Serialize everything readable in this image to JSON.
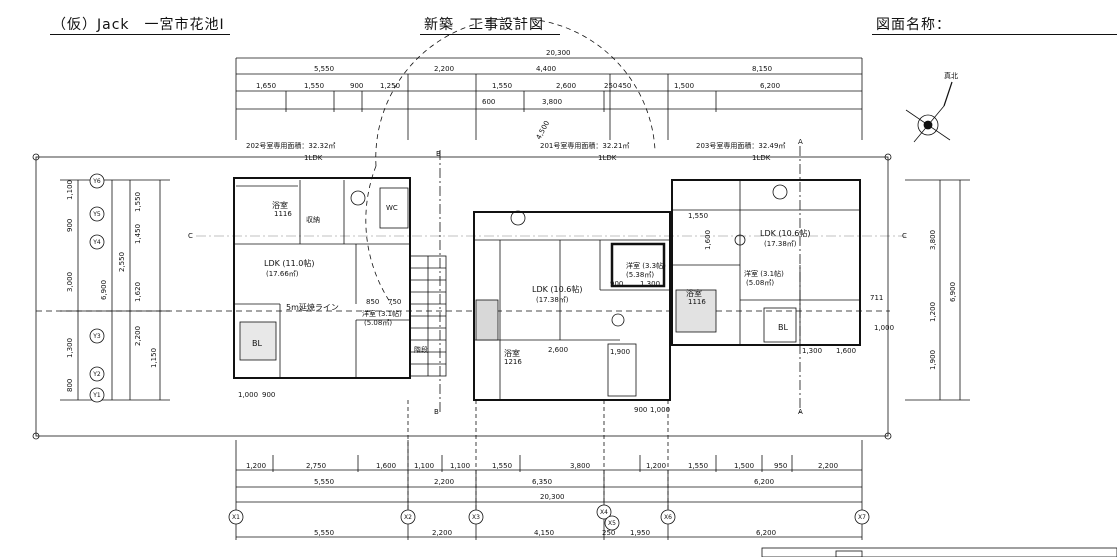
{
  "header": {
    "project": "（仮）Jack　一宮市花池Ⅰ",
    "title": "新築　工事設計図",
    "sheet_label": "図面名称："
  },
  "dims_top": {
    "overall": "20,300",
    "row2": [
      "5,550",
      "2,200",
      "4,400",
      "8,150"
    ],
    "row3": [
      "1,650",
      "1,550",
      "900",
      "1,250",
      "1,550",
      "2,600",
      "250",
      "450",
      "1,500",
      "6,200"
    ],
    "row3b": [
      "600",
      "3,800"
    ]
  },
  "dims_bottom": {
    "row1": [
      "1,200",
      "2,750",
      "1,600",
      "1,100",
      "1,100",
      "1,550",
      "3,800",
      "1,200",
      "1,550",
      "1,500",
      "950",
      "2,200"
    ],
    "row2": [
      "5,550",
      "2,200",
      "6,350",
      "6,200"
    ],
    "overall": "20,300",
    "row4": [
      "5,550",
      "2,200",
      "4,150",
      "250",
      "1,950",
      "6,200"
    ]
  },
  "dims_left": [
    "1,100",
    "900",
    "3,000",
    "1,300",
    "800",
    "1,550",
    "1,450",
    "2,550",
    "6,900",
    "1,620",
    "2,200",
    "1,150"
  ],
  "dims_right": [
    "3,800",
    "6,900",
    "1,200",
    "1,900"
  ],
  "grid_x": [
    "X1",
    "X2",
    "X3",
    "X4",
    "X5",
    "X6",
    "X7"
  ],
  "grid_y": [
    "Y6",
    "Y5",
    "Y4",
    "Y3",
    "Y2",
    "Y1"
  ],
  "north_label": "真北",
  "rooms": {
    "area_202": "202号室専用面積：32.32㎡",
    "area_201": "201号室専用面積：32.21㎡",
    "area_203": "203号室専用面積：32.49㎡",
    "ldk_left": "LDK (11.0帖)",
    "ldk_left_m2": "(17.66㎡)",
    "ldk_mid": "LDK (10.6帖)",
    "ldk_mid_m2": "(17.38㎡)",
    "ldk_right": "LDK (10.6帖)",
    "ldk_right_m2": "(17.38㎡)",
    "yoshitsu_left": "洋室 (3.1帖)",
    "yoshitsu_left_m2": "(5.08㎡)",
    "yoshitsu_mid": "洋室 (3.3帖)",
    "yoshitsu_mid_m2": "(5.38㎡)",
    "yoshitsu_right": "洋室 (3.1帖)",
    "yoshitsu_right_m2": "(5.08㎡)",
    "bath": "浴室",
    "bath_size": "1116",
    "bath_mid_size": "1216",
    "toilet": "WC",
    "balcony": "BL",
    "loft_ladder": "収納",
    "stairs_label": "階段",
    "setback": "5m延焼ライン",
    "section_a": "A",
    "section_b": "B",
    "section_c": "C",
    "sign_1ldk": "1LDK",
    "angle": "4,500",
    "dim_711": "711",
    "dim_1000a": "1,000",
    "dim_900a": "900",
    "dim_1000b": "1,000",
    "dim_900b": "900",
    "dim_1300b": "1,300",
    "dim_1600b": "1,600",
    "dim_1000c": "1,000",
    "dim_900c": "900",
    "dim_1300c": "1,300",
    "dim_750": "750",
    "dim_850": "850",
    "dim_1900": "1,900",
    "dim_2600": "2,600",
    "dim_1550": "1,550",
    "dim_1600": "1,600",
    "dim_1000d": "1,000"
  }
}
